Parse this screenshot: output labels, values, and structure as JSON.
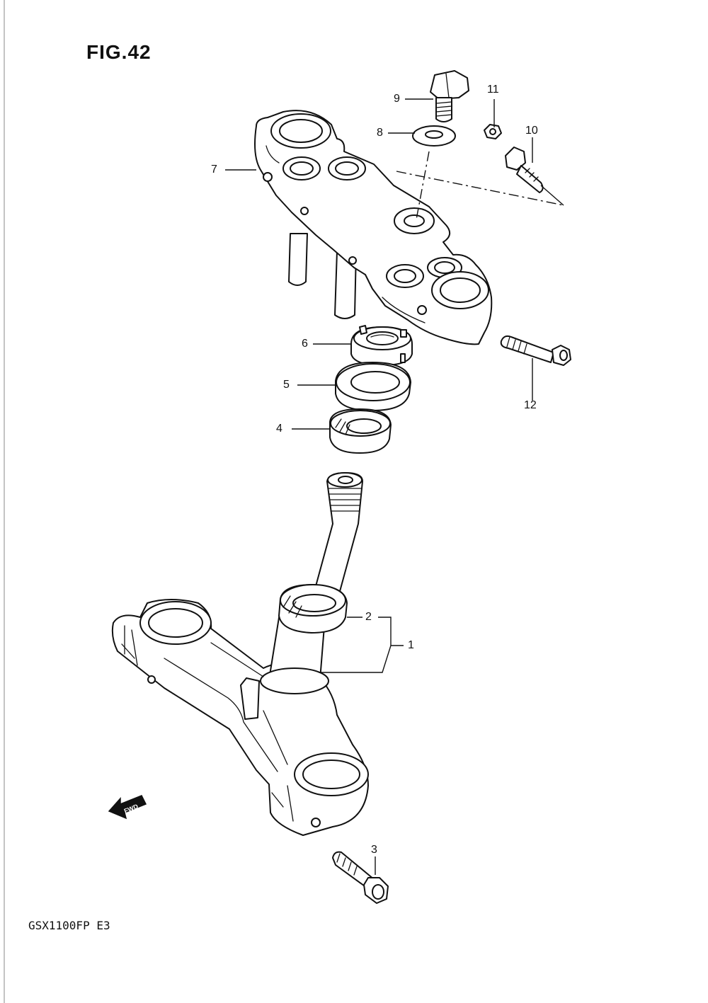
{
  "figure": {
    "title": "FIG.42",
    "model_code": "GSX1100FP  E3",
    "direction_marker": "FWD"
  },
  "parts": [
    {
      "ref": "1",
      "label": "1"
    },
    {
      "ref": "2",
      "label": "2"
    },
    {
      "ref": "3",
      "label": "3"
    },
    {
      "ref": "4",
      "label": "4"
    },
    {
      "ref": "5",
      "label": "5"
    },
    {
      "ref": "6",
      "label": "6"
    },
    {
      "ref": "7",
      "label": "7"
    },
    {
      "ref": "8",
      "label": "8"
    },
    {
      "ref": "9",
      "label": "9"
    },
    {
      "ref": "10",
      "label": "10"
    },
    {
      "ref": "11",
      "label": "11"
    },
    {
      "ref": "12",
      "label": "12"
    }
  ]
}
